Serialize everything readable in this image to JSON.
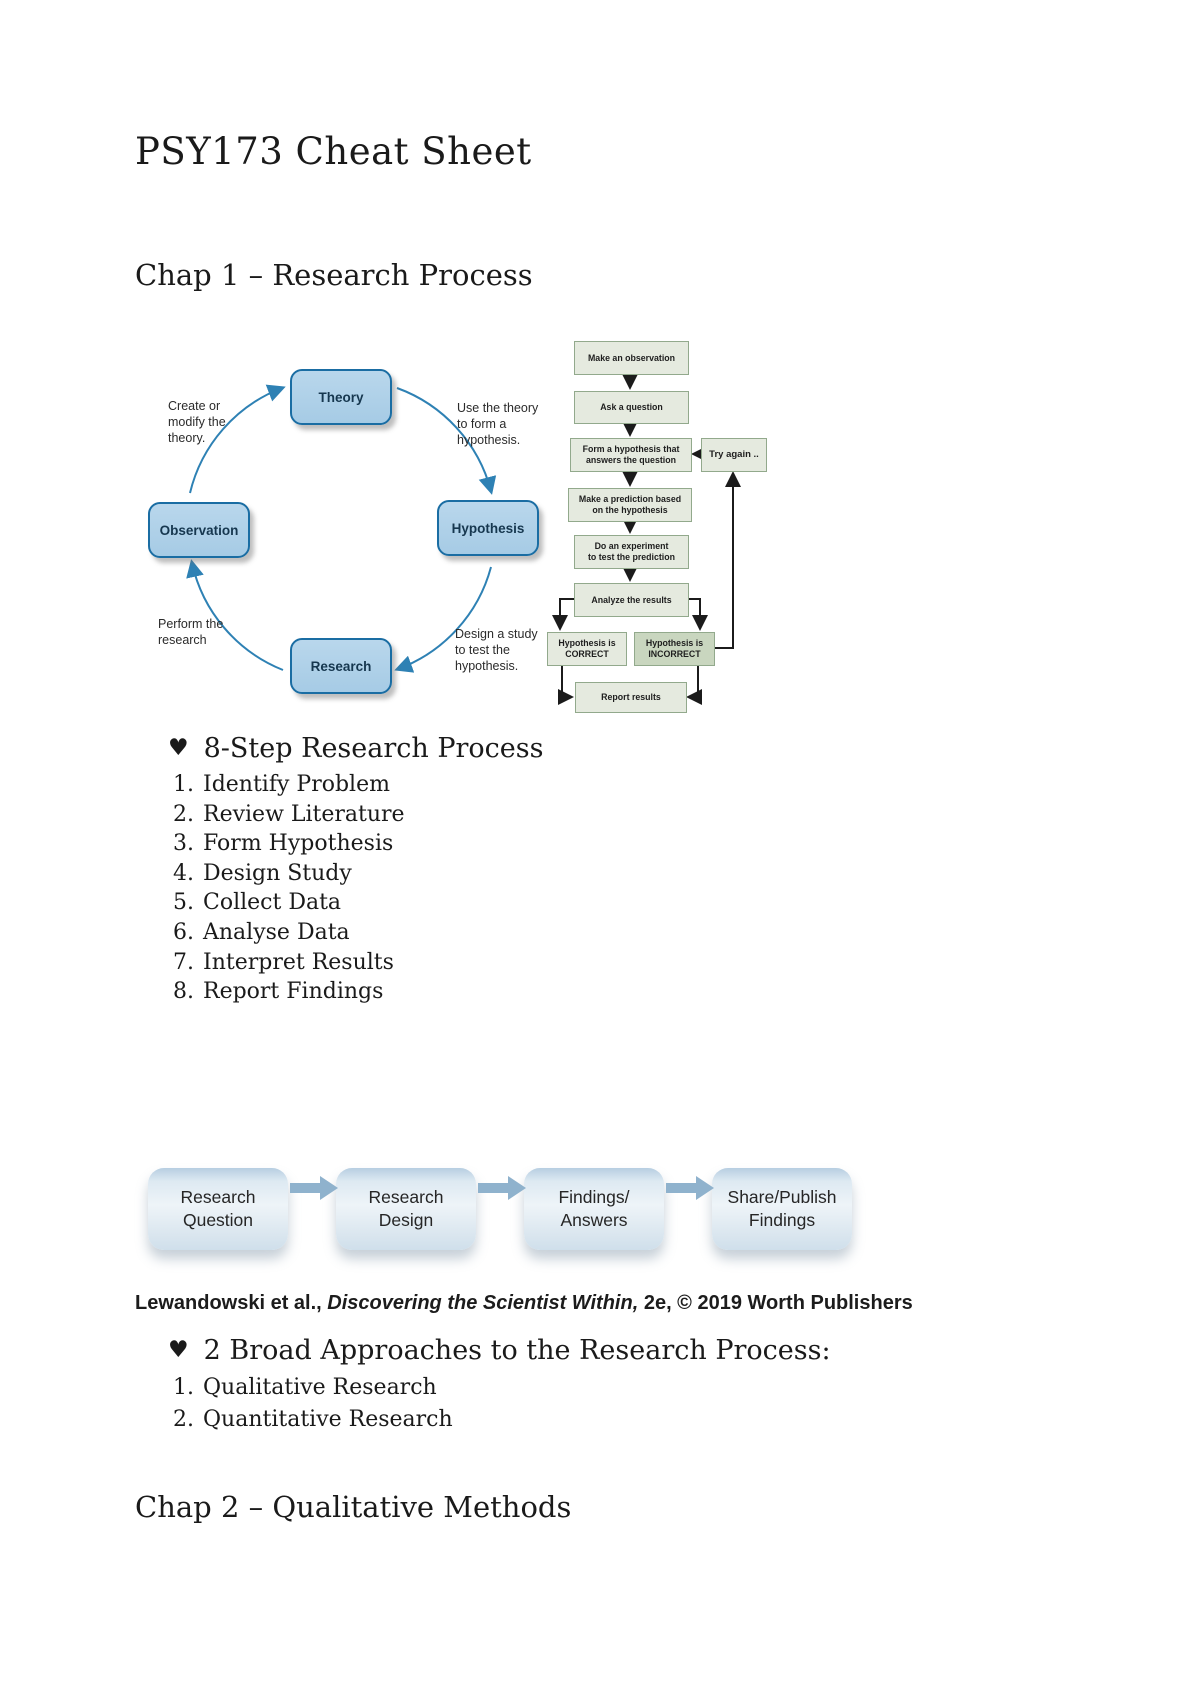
{
  "colors": {
    "cycle_box_fill": "#a6cbe5",
    "cycle_box_border": "#1a6da3",
    "cycle_arrow": "#2e81b4",
    "flow_box_fill": "#e5eadf",
    "flow_box_border": "#92a98c",
    "flow_box_incorrect_fill": "#c9d6bf",
    "flow_arrow": "#1b1b1b",
    "pill_arrow": "#8fb2cd"
  },
  "doc": {
    "title": "PSY173 Cheat Sheet",
    "chap1": "Chap 1 – Research Process",
    "chap2": "Chap 2 – Qualitative Methods",
    "heart": "♥"
  },
  "cycle": {
    "nodes": {
      "theory": "Theory",
      "hypothesis": "Hypothesis",
      "research": "Research",
      "observation": "Observation"
    },
    "labels": {
      "create": "Create or\nmodify the\ntheory.",
      "use": "Use the theory\nto form a\nhypothesis.",
      "design": "Design a study\nto test the\nhypothesis.",
      "perform": "Perform the\nresearch"
    }
  },
  "flowchart": {
    "steps": {
      "observe": "Make an observation",
      "question": "Ask a question",
      "hypothesis": "Form a hypothesis that\nanswers the question",
      "prediction": "Make a prediction based\non the hypothesis",
      "experiment": "Do an experiment\nto test the prediction",
      "analyze": "Analyze the results",
      "correct": "Hypothesis is\nCORRECT",
      "incorrect": "Hypothesis is\nINCORRECT",
      "report": "Report results",
      "try_again": "Try again .."
    }
  },
  "eight_step": {
    "heading": "8-Step Research Process",
    "items": [
      "Identify Problem",
      "Review Literature",
      "Form Hypothesis",
      "Design Study",
      "Collect Data",
      "Analyse Data",
      "Interpret Results",
      "Report Findings"
    ]
  },
  "pill_flow": {
    "boxes": [
      "Research\nQuestion",
      "Research\nDesign",
      "Findings/\nAnswers",
      "Share/Publish\nFindings"
    ]
  },
  "citation": {
    "pre": "Lewandowski et al., ",
    "book": "Discovering the Scientist Within,",
    "post": " 2e, © 2019 Worth Publishers"
  },
  "approaches": {
    "heading": "2 Broad Approaches to the Research Process:",
    "items": [
      "Qualitative Research",
      "Quantitative Research"
    ]
  }
}
